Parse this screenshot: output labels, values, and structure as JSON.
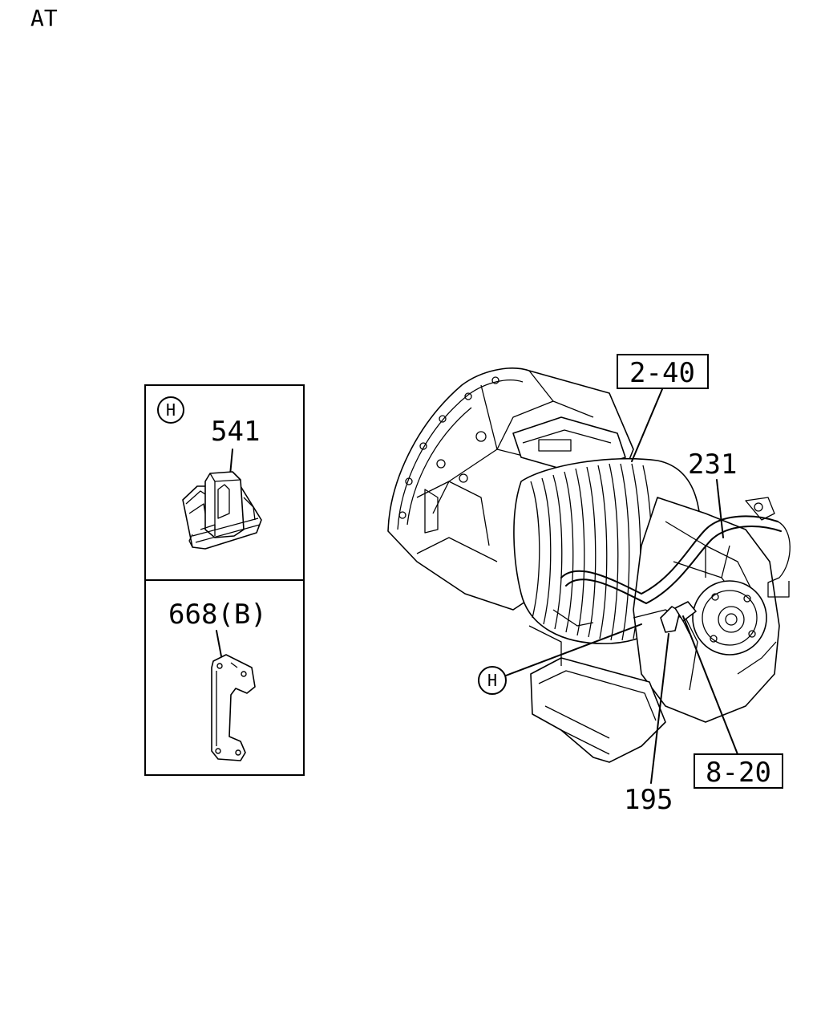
{
  "header": {
    "title": "AT"
  },
  "detail_panel": {
    "top": {
      "marker": "H",
      "part_number": "541"
    },
    "bottom": {
      "part_number": "668(B)"
    }
  },
  "callouts": {
    "main_marker": "H",
    "ref_2_40": "2-40",
    "part_231": "231",
    "ref_8_20": "8-20",
    "part_195": "195"
  }
}
